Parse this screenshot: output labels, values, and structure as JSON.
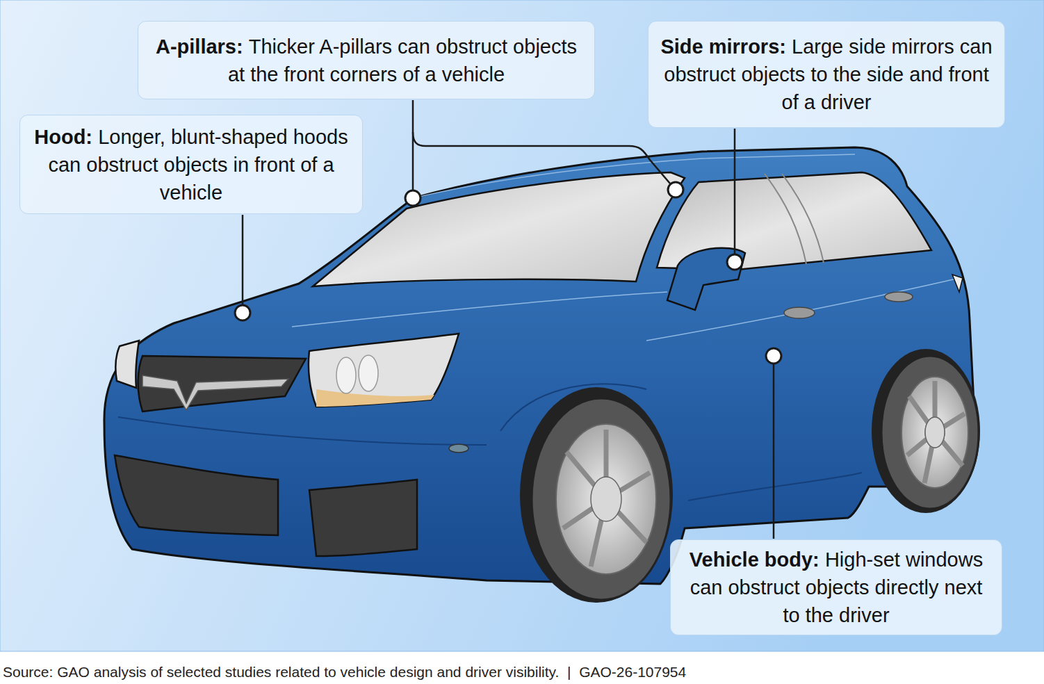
{
  "diagram": {
    "caption": "Source: GAO analysis of selected studies related to vehicle design and driver visibility.  |  GAO-26-107954",
    "nodes": [
      {
        "text": [
          "A-pillars:",
          "Thicker A-pillars can obstruct objects at the front corners of a vehicle"
        ]
      },
      {
        "text": [
          "Side mirrors:",
          "Large side mirrors can obstruct objects to the side and front of a driver"
        ]
      },
      {
        "text": [
          "Hood:",
          "Longer, blunt-shaped hoods can obstruct objects in front of a vehicle"
        ]
      },
      {
        "text": [
          "Vehicle body:",
          "High-set windows can obstruct objects directly next to the driver"
        ]
      }
    ]
  }
}
